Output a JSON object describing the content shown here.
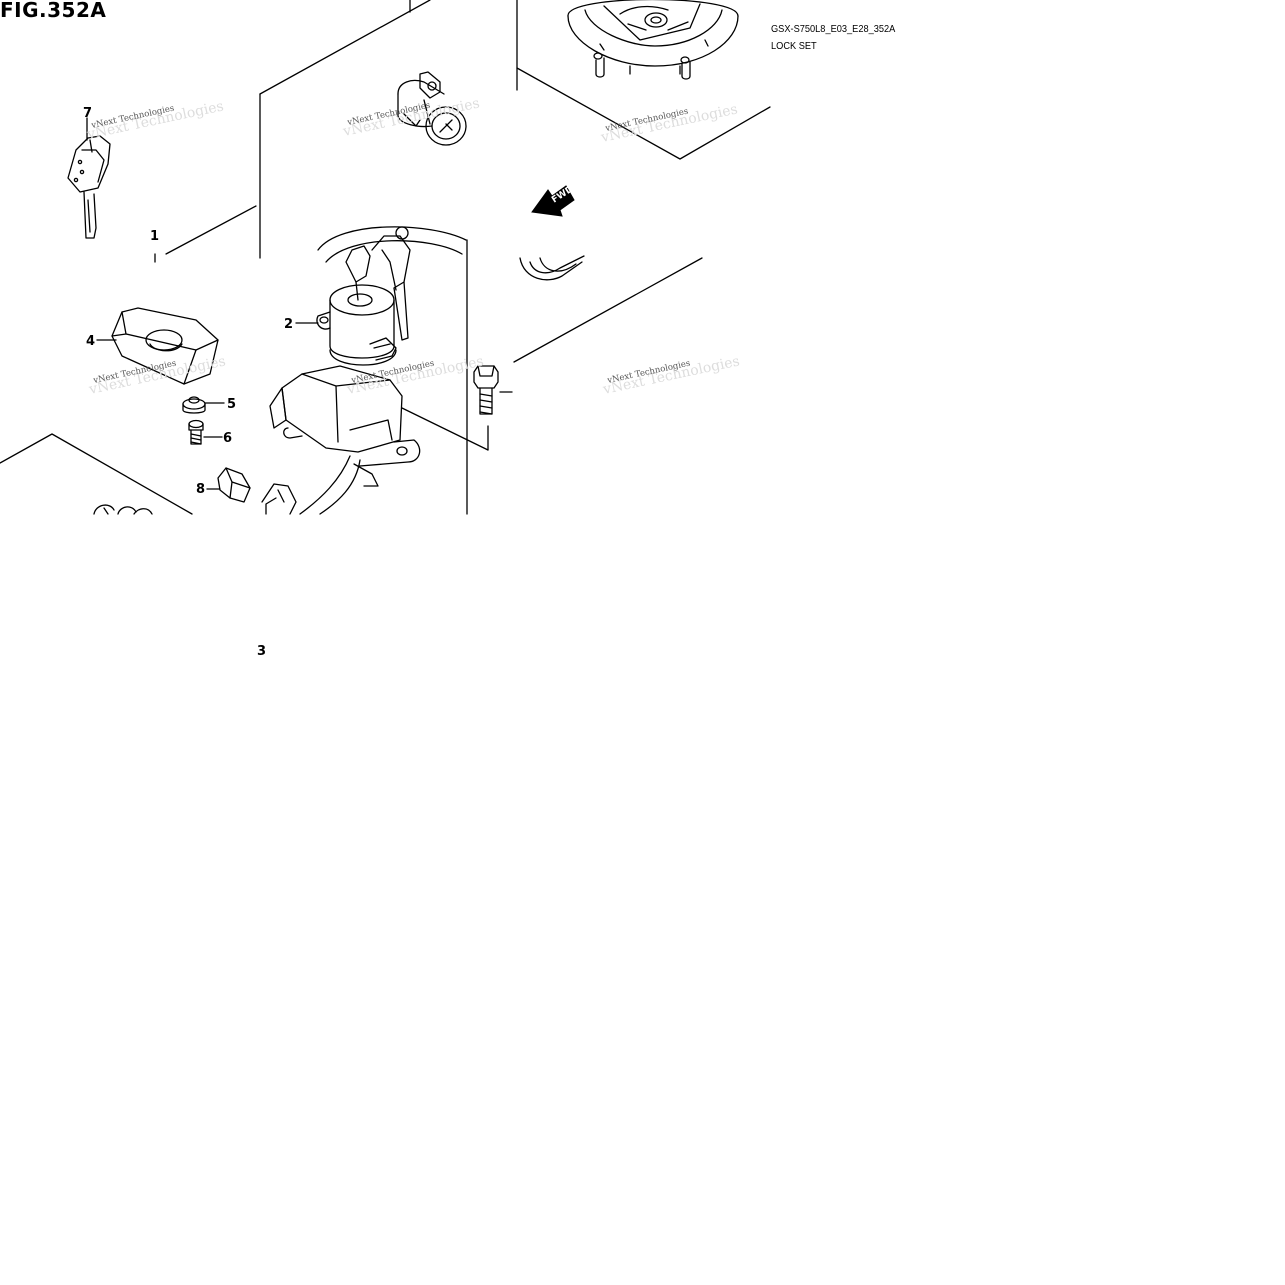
{
  "figure": {
    "title": "FIG.352A",
    "code": "GSX-S750L8_E03_E28_352A",
    "subtitle": "LOCK SET"
  },
  "callouts": [
    "1",
    "2",
    "3",
    "4",
    "5",
    "6",
    "7",
    "8"
  ],
  "arrow_label": "FWD",
  "watermark": "vNext Technologies",
  "icons": [
    "key-icon",
    "ignition-switch-icon",
    "seat-lock-icon",
    "fuel-cap-icon",
    "bolt-icon",
    "fwd-arrow-icon"
  ]
}
